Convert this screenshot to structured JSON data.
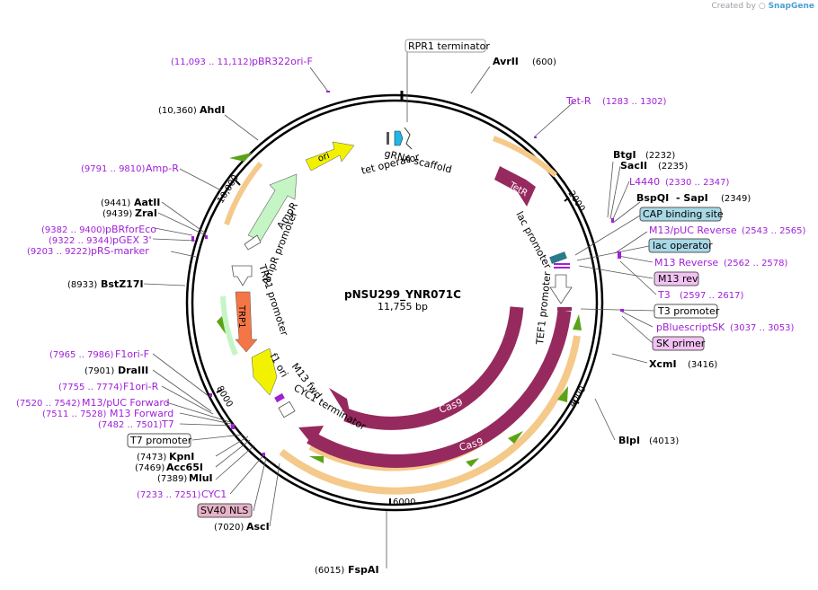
{
  "credit": {
    "prefix": "Created by",
    "brand": "SnapGene"
  },
  "plasmid": {
    "name": "pNSU299_YNR071C",
    "size": "11,755 bp"
  },
  "ticks": [
    "2000",
    "4000",
    "6000",
    "8000",
    "10,000"
  ],
  "arc_labels": {
    "tet_operator": "tet operator",
    "grna_scaffold": "gRNA scaffold",
    "tetr": "TetR",
    "lac_promoter": "lac promoter",
    "tef1_promoter": "TEF1 promoter",
    "cas9_inner": "Cas9",
    "cas9_outer": "Cas9",
    "ori": "ori",
    "ampr": "AmpR",
    "ampr_promoter": "AmpR promoter",
    "trp1_promoter": "TRP1 promoter",
    "trp1": "TRP1",
    "f1_ori": "f1 ori",
    "m13_fwd": "M13 fwd",
    "cyc1_terminator": "CYC1 terminator"
  },
  "labels": {
    "rpr1": "RPR1 terminator",
    "avrii_name": "AvrII",
    "avrii_pos": "(600)",
    "tetr_name": "Tet-R",
    "tetr_range": "(1283 .. 1302)",
    "btgi_name": "BtgI",
    "btgi_pos": "(2232)",
    "sacii_name": "SacII",
    "sacii_pos": "(2235)",
    "l4440_name": "L4440",
    "l4440_range": "(2330 .. 2347)",
    "bspqi_name": "BspQI",
    "sapi_name": "- SapI",
    "bspqi_pos": "(2349)",
    "cap": "CAP binding site",
    "m13puc_rev_name": "M13/pUC Reverse",
    "m13puc_rev_range": "(2543 .. 2565)",
    "lac_operator": "lac operator",
    "m13_reverse_name": "M13 Reverse",
    "m13_reverse_range": "(2562 .. 2578)",
    "m13_rev": "M13 rev",
    "t3_name": "T3",
    "t3_range": "(2597 .. 2617)",
    "t3_promoter": "T3 promoter",
    "pbluescriptsk_name": "pBluescriptSK",
    "pbluescriptsk_range": "(3037 .. 3053)",
    "sk_primer": "SK primer",
    "xcmi_name": "XcmI",
    "xcmi_pos": "(3416)",
    "blpi_name": "BlpI",
    "blpi_pos": "(4013)",
    "fspai_pos": "(6015)",
    "fspai_name": "FspAI",
    "asci_pos": "(7020)",
    "asci_name": "AscI",
    "sv40": "SV40 NLS",
    "cyc1_range": "(7233 .. 7251)",
    "cyc1_name": "CYC1",
    "mlui_pos": "(7389)",
    "mlui_name": "MluI",
    "acc65i_pos": "(7469)",
    "acc65i_name": "Acc65I",
    "kpni_pos": "(7473)",
    "kpni_name": "KpnI",
    "t7_promoter": "T7 promoter",
    "t7_range": "(7482 .. 7501)",
    "t7_name": "T7",
    "m13fwd_range": "(7511 .. 7528)",
    "m13fwd_name": "M13 Forward",
    "m13puc_fwd_range": "(7520 .. 7542)",
    "m13puc_fwd_name": "M13/pUC Forward",
    "f1ori_r_range": "(7755 .. 7774)",
    "f1ori_r_name": "F1ori-R",
    "draiii_pos": "(7901)",
    "draiii_name": "DraIII",
    "f1ori_f_range": "(7965 .. 7986)",
    "f1ori_f_name": "F1ori-F",
    "bstz17i_pos": "(8933)",
    "bstz17i_name": "BstZ17I",
    "prs_range": "(9203 .. 9222)",
    "prs_name": "pRS-marker",
    "pgex_range": "(9322 .. 9344)",
    "pgex_name": "pGEX 3'",
    "pbrforeco_range": "(9382 .. 9400)",
    "pbrforeco_name": "pBRforEco",
    "zrai_pos": "(9439)",
    "zrai_name": "ZraI",
    "aatii_pos": "(9441)",
    "aatii_name": "AatII",
    "ampr_range": "(9791 .. 9810)",
    "ampr_name": "Amp-R",
    "ahdi_pos": "(10,360)",
    "ahdi_name": "AhdI",
    "pbr322_range": "(11,093 .. 11,112)",
    "pbr322_name": "pBR322ori-F"
  },
  "colors": {
    "cas9": "#962a5e",
    "ori": "#f2f200",
    "ampr": "#c5f5c5",
    "trp1": "#f47545",
    "grna": "#20b6e8",
    "primer_site": "#a020d8",
    "orange_band": "#f5c98a",
    "green_arrow": "#5aa317"
  }
}
